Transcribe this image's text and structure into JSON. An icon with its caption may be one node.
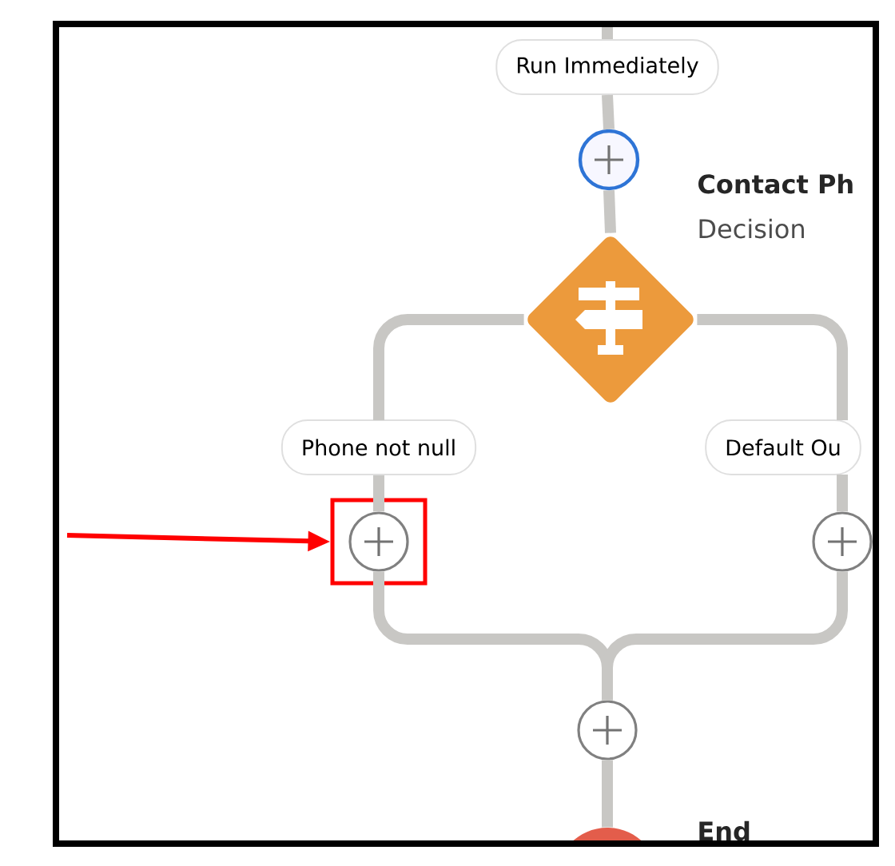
{
  "diagram": {
    "nodes": [
      {
        "text": [
          "Run Immediately"
        ]
      },
      {
        "text": [],
        "shape": "circle"
      },
      {
        "text": [],
        "shape": "diamond",
        "beside": [
          "Contact Ph",
          "Decision"
        ]
      },
      {
        "text": [
          "Phone not null"
        ]
      },
      {
        "text": [
          "Default Ou"
        ]
      },
      {
        "text": [],
        "shape": "box"
      },
      {
        "text": [],
        "shape": "circle",
        "in": 5
      },
      {
        "text": [],
        "shape": "circle"
      },
      {
        "text": [],
        "shape": "circle"
      },
      {
        "text": [],
        "shape": "circle",
        "beside": [
          "End"
        ]
      }
    ],
    "edges": [
      {
        "from": null,
        "to": 0,
        "arrow": "none"
      },
      {
        "from": 0,
        "to": 1,
        "arrow": "none"
      },
      {
        "from": 1,
        "to": 2,
        "arrow": "none"
      },
      {
        "from": 2,
        "to": 3,
        "arrow": "none"
      },
      {
        "from": 2,
        "to": 4,
        "arrow": "none"
      },
      {
        "from": 3,
        "to": 6,
        "arrow": "none"
      },
      {
        "from": 4,
        "to": 7,
        "arrow": "none"
      },
      {
        "from": 6,
        "to": 8,
        "arrow": "none"
      },
      {
        "from": 7,
        "to": 8,
        "arrow": "none"
      },
      {
        "from": 8,
        "to": 9,
        "arrow": "none"
      },
      {
        "from": null,
        "to": 5,
        "arrow": "to",
        "color": "#ff0000"
      }
    ]
  }
}
